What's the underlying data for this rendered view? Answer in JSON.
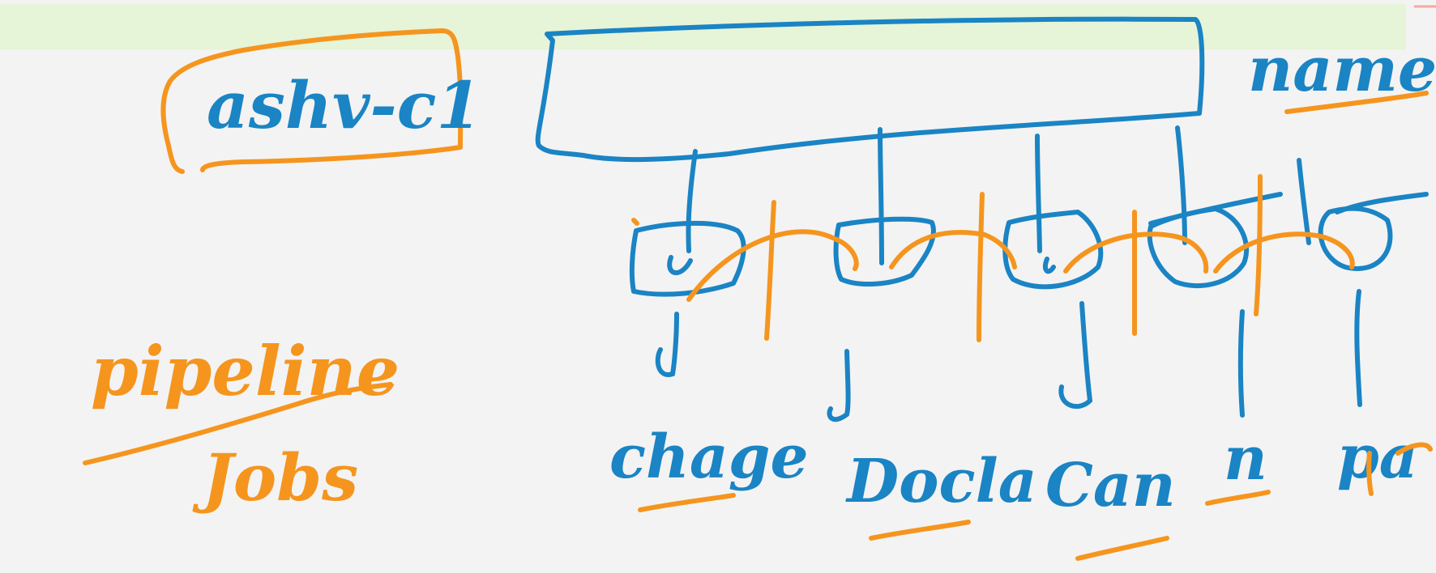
{
  "colors": {
    "background": "#f3f3f3",
    "highlight_band": "#e6f4d7",
    "blue_ink": "#1a84c4",
    "orange_ink": "#f5951e",
    "corner_mark": "#f4a9a0"
  },
  "diagram": {
    "header_label": "ashv-c1",
    "top_right_label": "name",
    "pipeline_label": "pipeline",
    "jobs_label": "Jobs",
    "stages": [
      {
        "label": "chage"
      },
      {
        "label": "Docla"
      },
      {
        "label": "Can"
      },
      {
        "label": "n"
      },
      {
        "label": "pa"
      }
    ]
  }
}
